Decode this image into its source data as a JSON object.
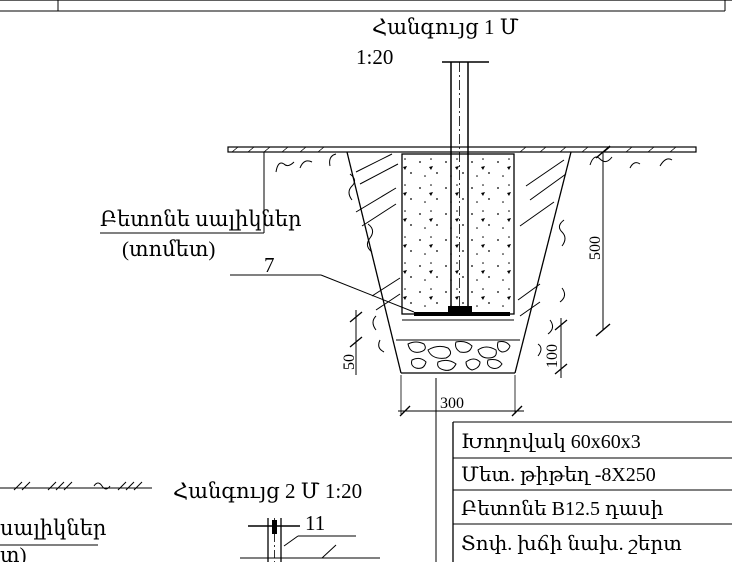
{
  "section1": {
    "title": "Հանգույց 1 Մ",
    "scale": "1:20",
    "leader_label_line1": "Բետոնե սալիկներ",
    "leader_label_line2": "(տոմետ)",
    "callout_number": "7",
    "dim_depth": "500",
    "dim_bottom_layer": "50",
    "dim_rubble": "100",
    "dim_width": "300"
  },
  "spec_table": {
    "rows": [
      "Խողովակ 60x60x3",
      "Մետ. թիթեղ -8X250",
      "Բետոնե B12.5 դասի",
      "Տոփ. խճի նախ. շերտ"
    ]
  },
  "section2": {
    "title": "Հանգույց 2 Մ 1:20",
    "callout_number": "11",
    "leader_label_line1": "սալիկներ",
    "leader_label_line2": "տ)"
  }
}
